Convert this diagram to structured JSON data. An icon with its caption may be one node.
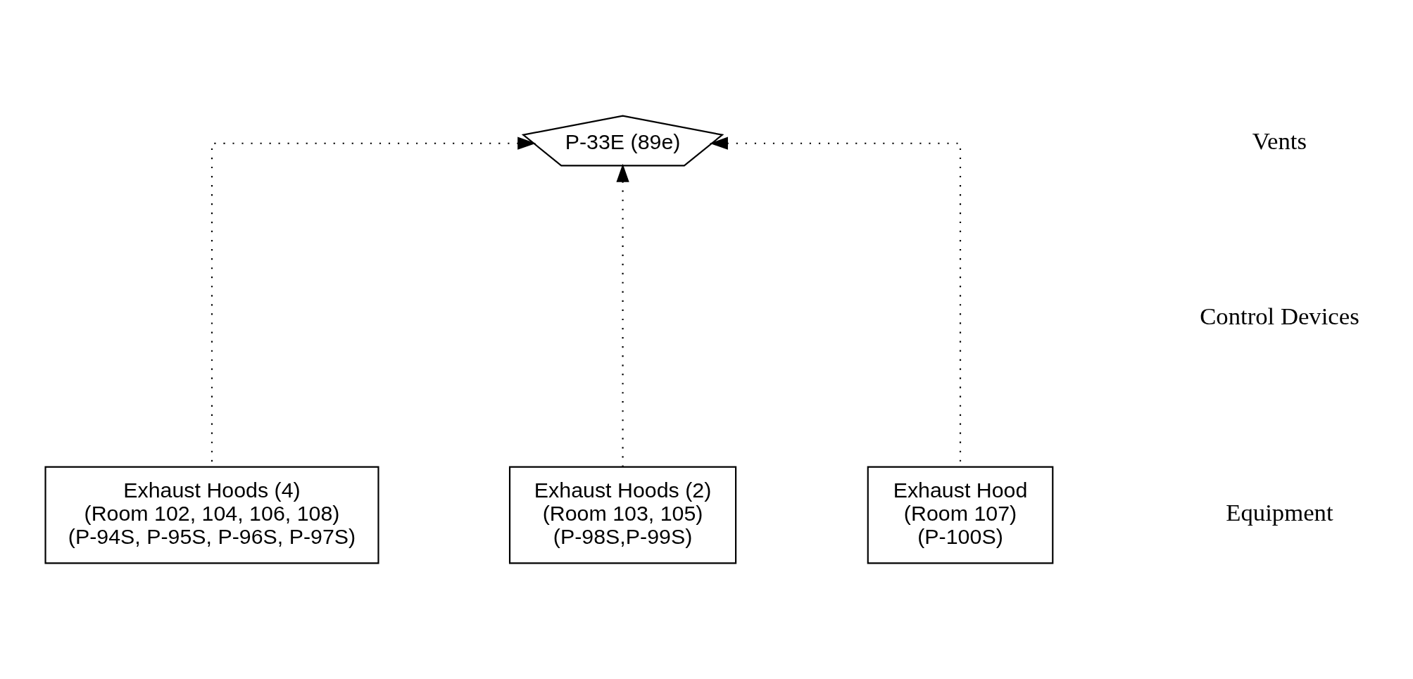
{
  "diagram": {
    "nodes": [
      {
        "text": [
          "P-33E (89e)"
        ]
      },
      {
        "text": [
          "Exhaust Hoods (4)",
          "(Room 102, 104, 106, 108)",
          "(P-94S, P-95S, P-96S, P-97S)"
        ]
      },
      {
        "text": [
          "Exhaust Hoods (2)",
          "(Room 103, 105)",
          "(P-98S,P-99S)"
        ]
      },
      {
        "text": [
          "Exhaust Hood",
          "(Room 107)",
          "(P-100S)"
        ]
      }
    ],
    "edges": [
      {
        "from": 1,
        "to": 0,
        "arrow": "to",
        "style": "dashed"
      },
      {
        "from": 2,
        "to": 0,
        "arrow": "to",
        "style": "dashed"
      },
      {
        "from": 3,
        "to": 0,
        "arrow": "to",
        "style": "dashed"
      }
    ],
    "labels": [
      "Vents",
      "Control Devices",
      "Equipment"
    ]
  }
}
